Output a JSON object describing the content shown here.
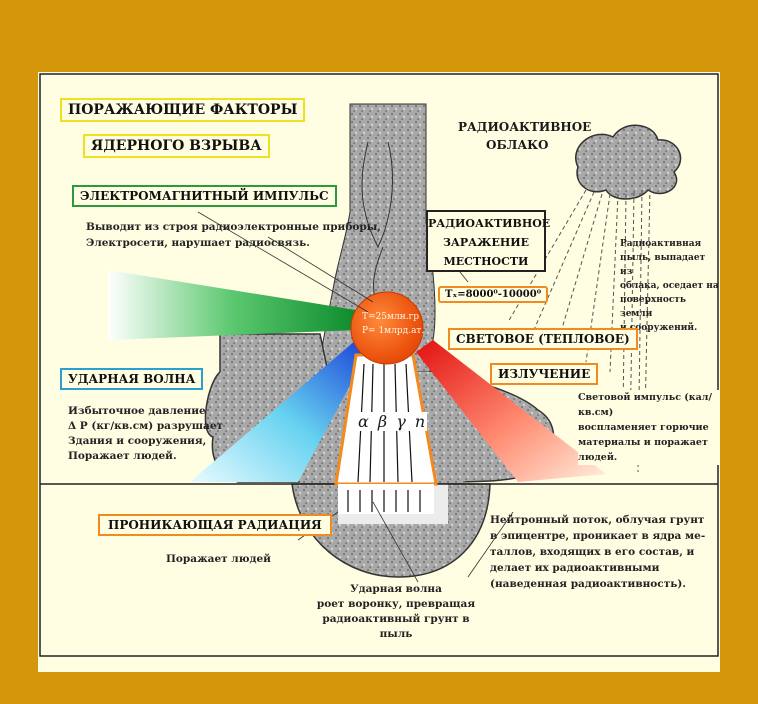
{
  "title": {
    "line1": "ПОРАЖАЮЩИЕ ФАКТОРЫ",
    "line2": "ЯДЕРНОГО ВЗРЫВА"
  },
  "cloud": {
    "line1": "РАДИОАКТИВНОЕ",
    "line2": "ОБЛАКО"
  },
  "emp": {
    "heading": "ЭЛЕКТРОМАГНИТНЫЙ ИМПУЛЬС",
    "desc_line1": "Выводит из строя радиоэлектронные приборы,",
    "desc_line2": "Электросети, нарушает радиосвязь."
  },
  "contamination": {
    "line1": "РАДИОАКТИВНОЕ",
    "line2": "ЗАРАЖЕНИЕ",
    "line3": "МЕСТНОСТИ",
    "fallout_line1": "Радиоактивная",
    "fallout_line2": "пыль, выпадает из",
    "fallout_line3": "облака, оседает на",
    "fallout_line4": "поверхность земли",
    "fallout_line5": "и сооружений."
  },
  "fireball": {
    "line1": "T=25млн.гр",
    "line2": "P= 1млрд.ат."
  },
  "temperature": "Tₓ=8000⁰-10000⁰",
  "light": {
    "heading1": "СВЕТОВОЕ (ТЕПЛОВОЕ)",
    "heading2": "ИЗЛУЧЕНИЕ",
    "desc_line1": "Световой импульс (кал/кв.см)",
    "desc_line2": "воспламеняет горючие",
    "desc_line3": "материалы и поражает",
    "desc_line4": "людей."
  },
  "shockwave": {
    "heading": "УДАРНАЯ ВОЛНА",
    "desc_line1": "Избыточное давление",
    "desc_line2": "Δ Р (кг/кв.см) разрушает",
    "desc_line3": "Здания и сооружения,",
    "desc_line4": "Поражает людей.",
    "crater_line1": "Ударная волна",
    "crater_line2": "роет воронку, превращая",
    "crater_line3": "радиоактивный грунт в пыль"
  },
  "radiation": {
    "heading": "ПРОНИКАЮЩАЯ РАДИАЦИЯ",
    "desc": "Поражает людей",
    "symbols": "α β γ n",
    "neutron_line1": "Нейтронный поток, облучая грунт",
    "neutron_line2": "в эпицентре, проникает в ядра ме-",
    "neutron_line3": "таллов, входящих в его состав, и",
    "neutron_line4": "делает их радиоактивными",
    "neutron_line5": "(наведенная радиоактивность)."
  },
  "colors": {
    "background_frame": "#d4960a",
    "board": "#fffde2",
    "fireball": "#f25a10",
    "emp_beam": "#1f9b3a",
    "shock_beam": "#1fb6e0",
    "light_beam": "#f03a14",
    "box_title": "#f0e020",
    "box_emp": "#2a9a3a",
    "box_shock": "#2aa0d0",
    "box_orange": "#f28a20"
  }
}
